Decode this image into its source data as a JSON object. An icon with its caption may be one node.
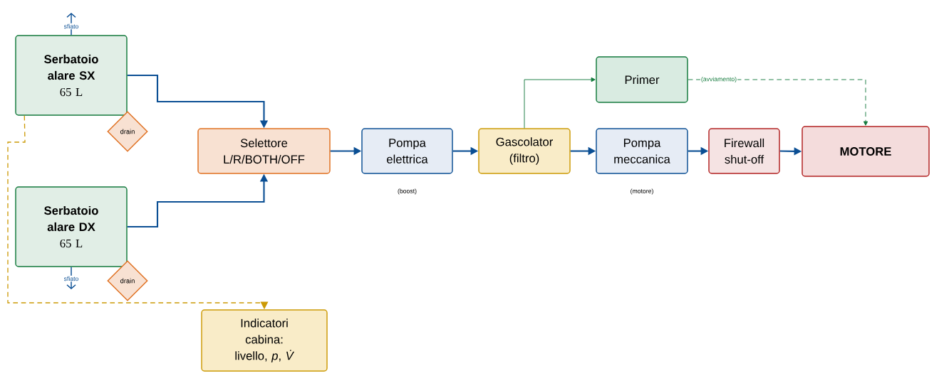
{
  "diagram": {
    "nodes": [
      {
        "text": [
          "Serbatoio alare SX",
          "65 L"
        ]
      },
      {
        "text": [
          "Serbatoio alare DX",
          "65 L"
        ]
      },
      {
        "text": [
          "drain"
        ]
      },
      {
        "text": [
          "drain"
        ]
      },
      {
        "text": [
          "Selettore L/R/BOTH/OFF"
        ]
      },
      {
        "text": [
          "Pompa elettrica"
        ],
        "beside": [
          "(boost)"
        ]
      },
      {
        "text": [
          "Gascolator (filtro)"
        ]
      },
      {
        "text": [
          "Primer"
        ]
      },
      {
        "text": [
          "Pompa meccanica"
        ],
        "beside": [
          "(motore)"
        ]
      },
      {
        "text": [
          "Firewall shut-off"
        ]
      },
      {
        "text": [
          "MOTORE"
        ]
      },
      {
        "text": [
          "Indicatori cabina: livello, *p*, *V̇*"
        ]
      }
    ],
    "edges": [
      {
        "from": 0,
        "to": null,
        "arrow": "to",
        "label": "sfiato"
      },
      {
        "from": 1,
        "to": null,
        "arrow": "to",
        "label": "sfiato"
      },
      {
        "from": 0,
        "to": 4,
        "arrow": "to"
      },
      {
        "from": 1,
        "to": 4,
        "arrow": "to"
      },
      {
        "from": 4,
        "to": 5,
        "arrow": "to"
      },
      {
        "from": 5,
        "to": 6,
        "arrow": "to"
      },
      {
        "from": 6,
        "to": 8,
        "arrow": "to"
      },
      {
        "from": 8,
        "to": 9,
        "arrow": "to"
      },
      {
        "from": 9,
        "to": 10,
        "arrow": "to"
      },
      {
        "from": 6,
        "to": 7,
        "arrow": "to",
        "color": "#137a3c"
      },
      {
        "from": 7,
        "to": 10,
        "arrow": "to",
        "label": "(avviamento)",
        "style": "dashed",
        "color": "#137a3c"
      },
      {
        "from": 0,
        "to": 11,
        "arrow": "to",
        "style": "dashed",
        "color": "#cc9a06"
      }
    ]
  }
}
